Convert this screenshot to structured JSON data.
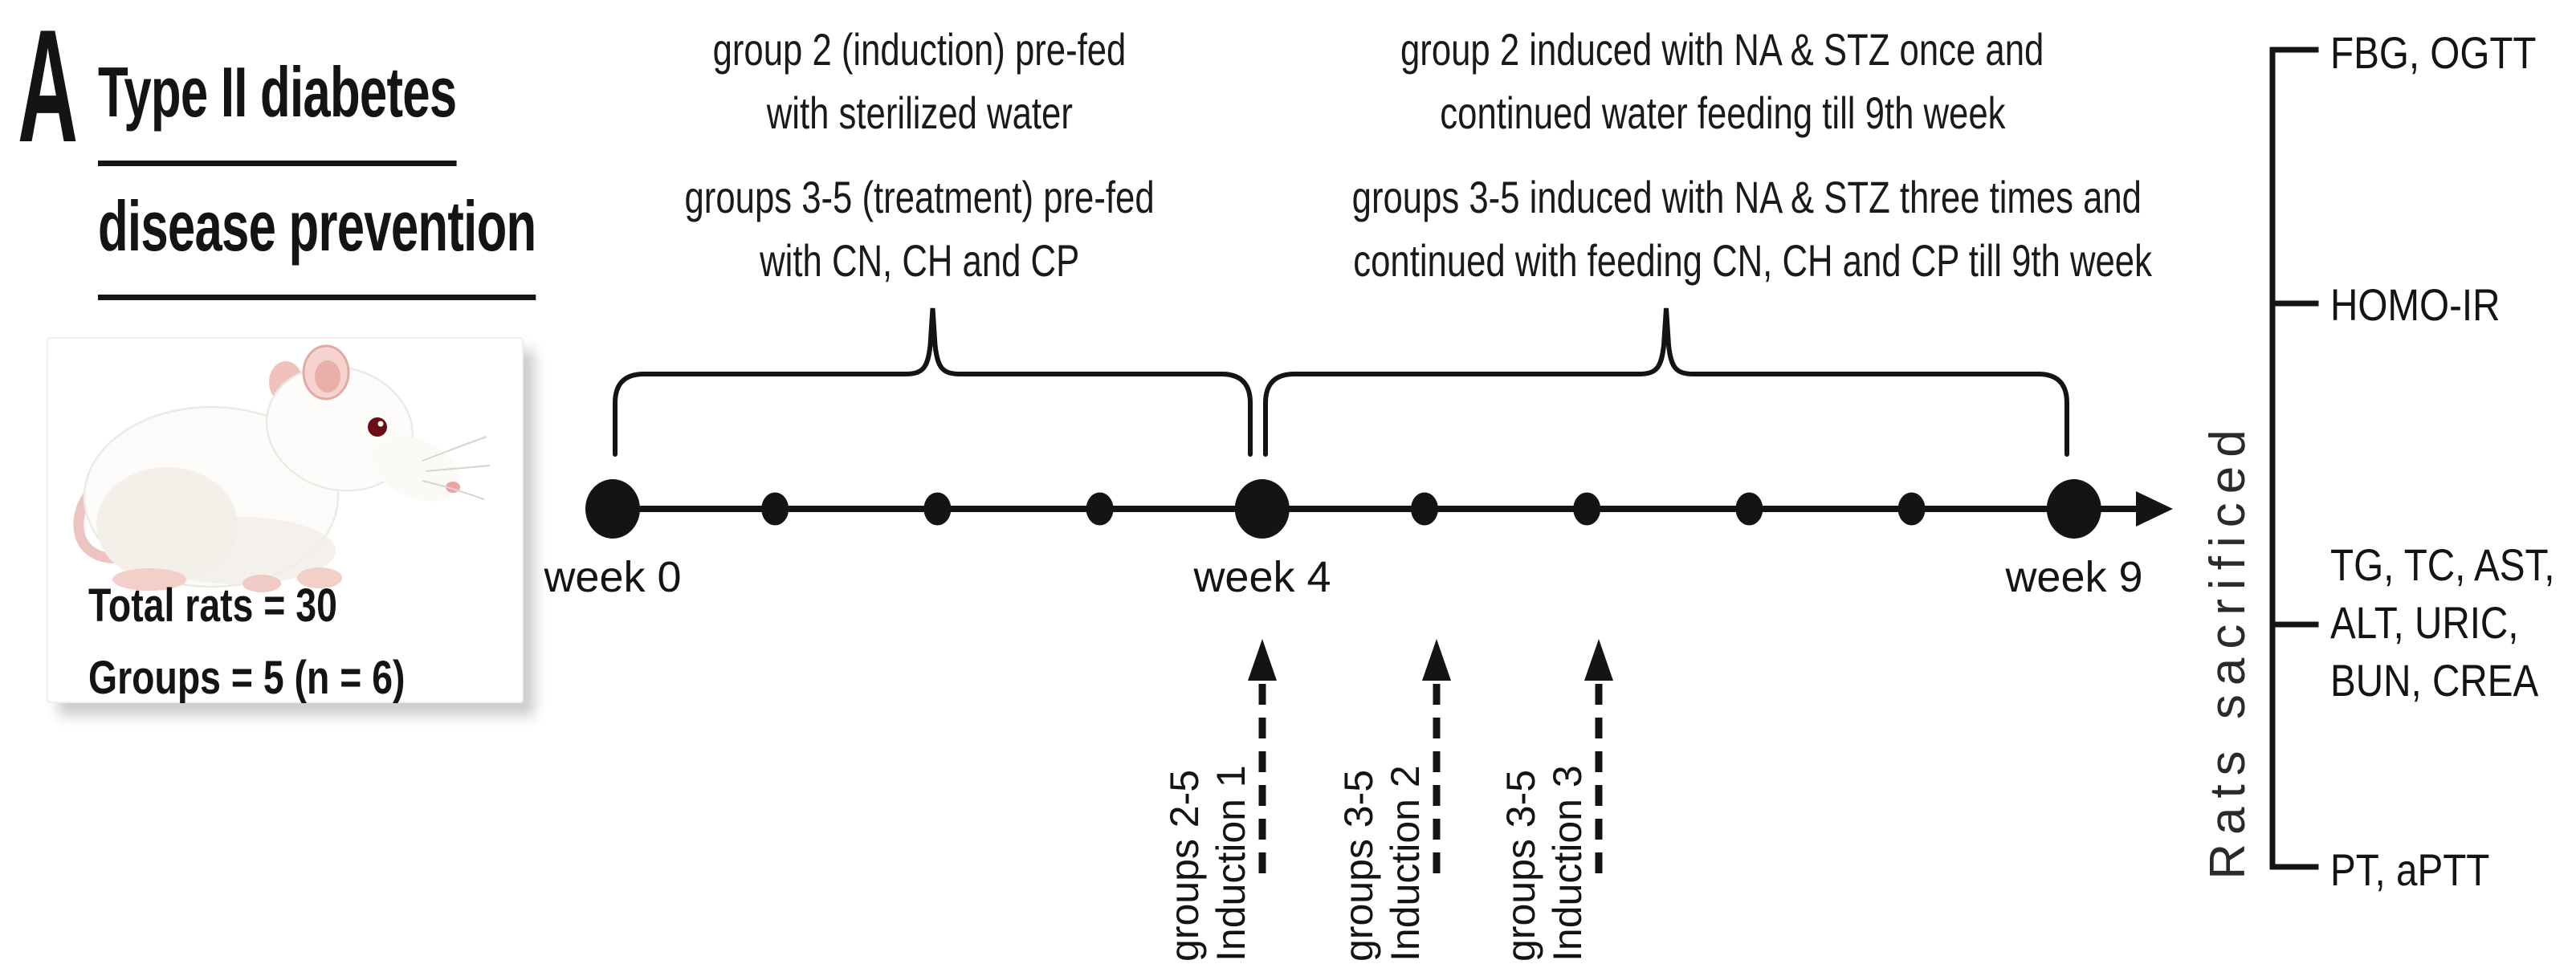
{
  "panel_label": "A",
  "title": {
    "line1": "Type II diabetes",
    "line2": "disease prevention"
  },
  "subject_card": {
    "line1": "Total rats = 30",
    "line2": "Groups = 5 (n = 6)",
    "image_alt": "white laboratory rat"
  },
  "annotations": {
    "pre_top": [
      "group 2 (induction) pre-fed",
      "with sterilized water"
    ],
    "pre_bottom": [
      "groups 3-5 (treatment) pre-fed",
      "with CN, CH and CP"
    ],
    "post_top": [
      "group 2 induced with NA & STZ once and",
      "continued water feeding till 9th week"
    ],
    "post_bottom": [
      "groups 3-5 induced with NA & STZ three times and",
      "continued with feeding CN, CH and CP till 9th week"
    ]
  },
  "timeline": {
    "total_weeks": 9,
    "major_weeks": [
      0,
      4,
      9
    ],
    "points": [
      {
        "week": 0,
        "label": "week 0"
      },
      {
        "week": 4,
        "label": "week 4"
      },
      {
        "week": 9,
        "label": "week 9"
      }
    ]
  },
  "inductions": [
    {
      "group": "groups 2-5",
      "label": "Induction 1"
    },
    {
      "group": "groups 3-5",
      "label": "Induction 2"
    },
    {
      "group": "groups 3-5",
      "label": "Induction 3"
    }
  ],
  "sacrifice": {
    "vertical_label": "Rats sacrificed",
    "items": [
      {
        "lines": [
          "FBG, OGTT"
        ]
      },
      {
        "lines": [
          "HOMO-IR"
        ]
      },
      {
        "lines": [
          "TG, TC, AST,",
          "ALT, URIC,",
          "BUN, CREA"
        ]
      },
      {
        "lines": [
          "PT, aPTT"
        ]
      }
    ]
  },
  "colors": {
    "ink": "#141414",
    "rat_pink": "#f2cfc9",
    "ear_pink": "#f6d3ce",
    "eye_red": "#6b0e13",
    "card_shadow": "#c9c9c9"
  }
}
